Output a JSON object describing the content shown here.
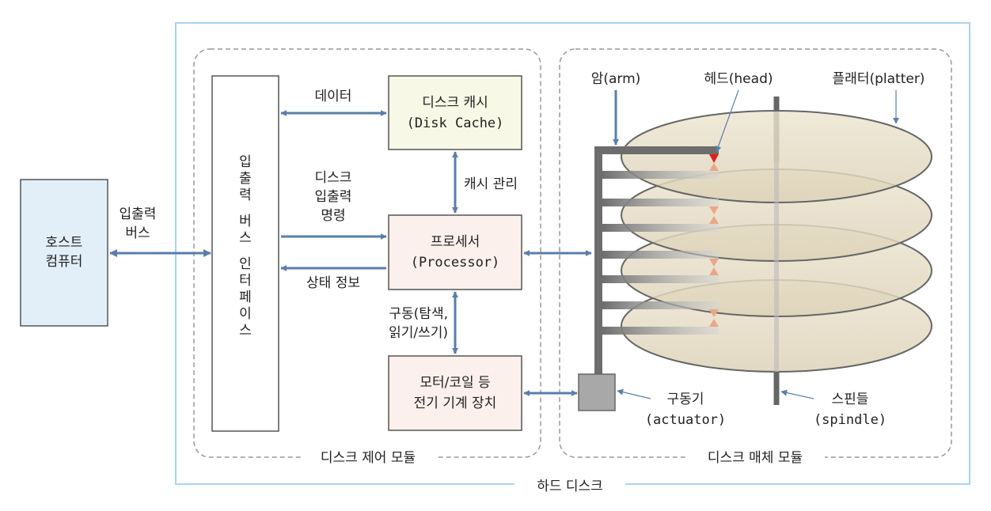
{
  "title": "하드 디스크",
  "host": {
    "line1": "호스트",
    "line2": "컴퓨터"
  },
  "host_bus": {
    "line1": "입출력",
    "line2": "버스"
  },
  "io_interface": {
    "chars": [
      "입",
      "출",
      "력",
      "버",
      "스",
      "인",
      "터",
      "페",
      "이",
      "스"
    ]
  },
  "data_label": "데이터",
  "disk_cache": {
    "line1": "디스크 캐시",
    "line2": "(Disk Cache)"
  },
  "cache_mgmt": "캐시 관리",
  "disk_io_cmd": {
    "line1": "디스크",
    "line2": "입출력",
    "line3": "명령"
  },
  "processor": {
    "line1": "프로세서",
    "line2": "(Processor)"
  },
  "status_info": "상태 정보",
  "drive_cmd": {
    "line1": "구동(탐색,",
    "line2": "읽기/쓰기)"
  },
  "motor": {
    "line1": "모터/코일 등",
    "line2": "전기 기계 장치"
  },
  "control_module": "디스크 제어 모듈",
  "media_module": "디스크 매체 모듈",
  "arm_label": "암(arm)",
  "head_label": "헤드(head)",
  "platter_label": "플래터(platter)",
  "actuator": {
    "line1": "구동기",
    "line2": "(actuator)"
  },
  "spindle": {
    "line1": "스핀들",
    "line2": "(spindle)"
  },
  "colors": {
    "outer_frame": "#a9d3ee",
    "arrow": "#5a7ea8",
    "host_fill": "#e2eef8",
    "cache_fill": "#f8f8e6",
    "processor_fill": "#fbf0ec",
    "head_red": "#e02020"
  }
}
